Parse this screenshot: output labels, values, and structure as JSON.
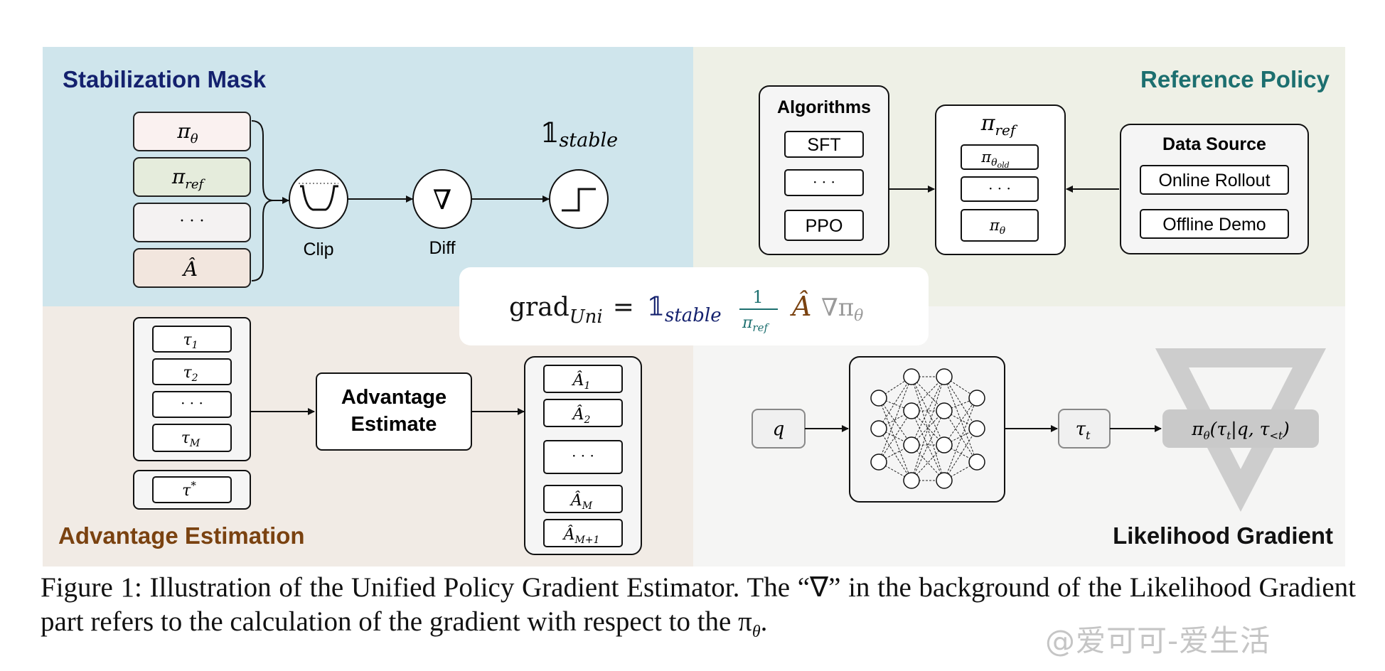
{
  "panels": {
    "stabilization": {
      "title": "Stabilization Mask",
      "inputs": [
        "π",
        "π",
        "· · ·",
        "Â"
      ],
      "clip_label": "Clip",
      "diff_label": "Diff",
      "indicator": "𝟙",
      "indicator_sub": "stable"
    },
    "reference": {
      "title": "Reference Policy",
      "algorithms_title": "Algorithms",
      "algorithms": [
        "SFT",
        "· · ·",
        "PPO"
      ],
      "pi_ref": "π",
      "pi_ref_sub": "ref",
      "pi_items": [
        "π",
        "· · ·",
        "π"
      ],
      "data_source_title": "Data Source",
      "data_sources": [
        "Online Rollout",
        "Offline Demo"
      ]
    },
    "advantage": {
      "title": "Advantage Estimation",
      "trajectories": [
        "τ",
        "τ",
        "· · ·",
        "τ"
      ],
      "expert": "τ",
      "estimate_line1": "Advantage",
      "estimate_line2": "Estimate",
      "advantages": [
        "Â",
        "Â",
        "· · ·",
        "Â",
        "Â"
      ]
    },
    "likelihood": {
      "title": "Likelihood Gradient",
      "input": "q",
      "token": "τ",
      "output": "π"
    }
  },
  "formula": {
    "grad": "grad",
    "grad_sub": "Uni",
    "eq": "=",
    "indicator": "𝟙",
    "indicator_sub": "stable",
    "frac_num": "1",
    "frac_den": "π",
    "frac_den_sub": "ref",
    "a_hat": "Â",
    "nabla": "∇π",
    "nabla_sub": "θ"
  },
  "caption": "Figure 1: Illustration of the Unified Policy Gradient Estimator. The “∇” in the background of the Likelihood Gradient part refers to the calculation of the gradient with respect to the π",
  "caption_sub": "θ",
  "caption_end": ".",
  "watermark": "@爱可可-爱生活",
  "colors": {
    "stab_bg": "#cfe5ec",
    "ref_bg": "#eef0e6",
    "adv_bg": "#f1ebe5",
    "lik_bg": "#f5f5f4",
    "stab_title": "#14216e",
    "ref_title": "#1c6f6f",
    "adv_title": "#7a4210"
  }
}
